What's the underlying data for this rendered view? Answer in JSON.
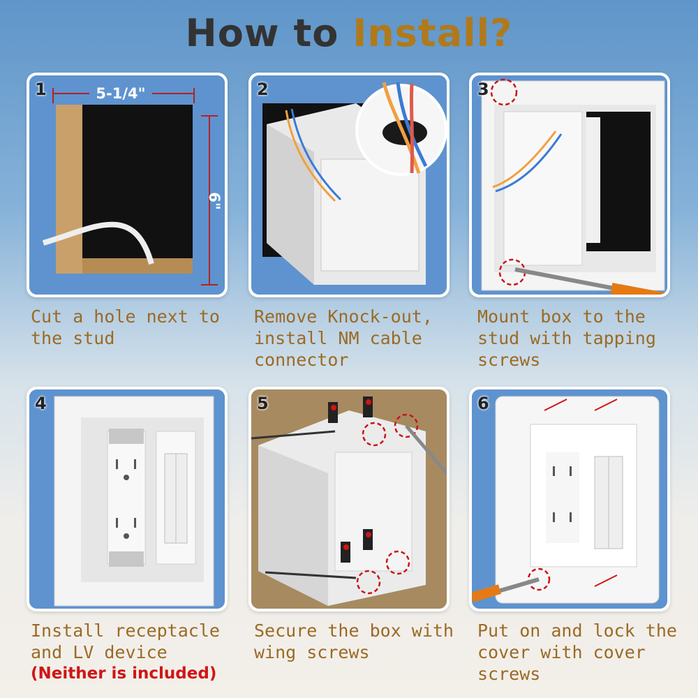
{
  "title": {
    "part1": "How to ",
    "part2": "Install?"
  },
  "colors": {
    "title_dark": "#333333",
    "title_accent": "#b07a1c",
    "caption": "#9b6a24",
    "warning": "#d01515",
    "wall_blue": "#5a8fcc"
  },
  "steps": [
    {
      "number": "1",
      "caption": "Cut a hole next to the stud",
      "dim_width": "5-1/4\"",
      "dim_height": "6\""
    },
    {
      "number": "2",
      "caption": "Remove Knock-out, install NM cable connector"
    },
    {
      "number": "3",
      "caption": "Mount box to the stud with tapping screws"
    },
    {
      "number": "4",
      "caption": "Install receptacle and LV device",
      "warning": "(Neither is included)"
    },
    {
      "number": "5",
      "caption": "Secure the box with wing screws"
    },
    {
      "number": "6",
      "caption": "Put on and lock the cover with cover screws"
    }
  ]
}
